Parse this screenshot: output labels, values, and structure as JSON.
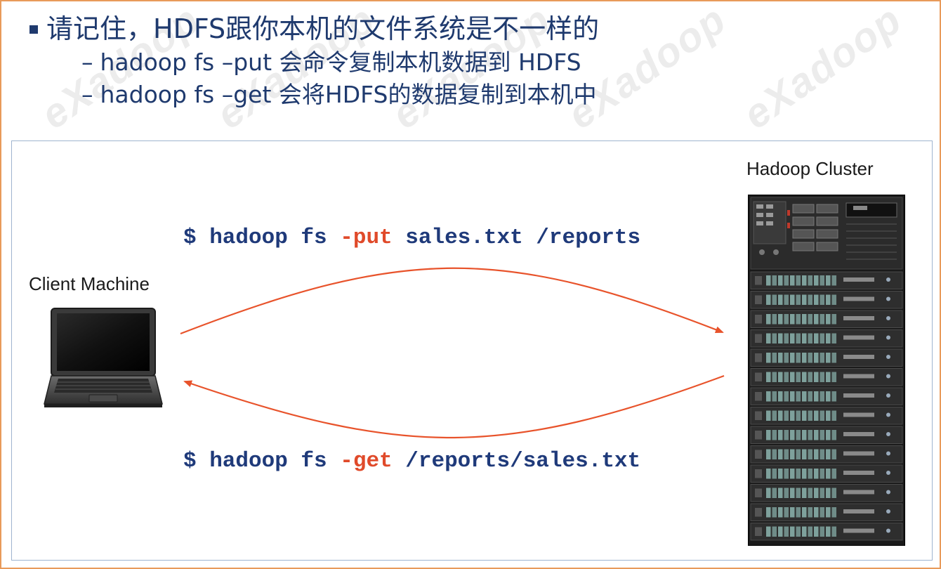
{
  "slide": {
    "watermark_text": "eXadoop",
    "bullet_main": "请记住，HDFS跟你本机的文件系统是不一样的",
    "sub_bullets": [
      "hadoop fs –put 会命令复制本机数据到 HDFS",
      "hadoop fs –get 会将HDFS的数据复制到本机中"
    ],
    "dash": "–"
  },
  "diagram": {
    "client_label": "Client Machine",
    "cluster_label": "Hadoop Cluster",
    "put_command": {
      "prefix": "$ hadoop fs ",
      "flag": "-put",
      "suffix": " sales.txt /reports"
    },
    "get_command": {
      "prefix": "$ hadoop fs ",
      "flag": "-get",
      "suffix": " /reports/sales.txt"
    },
    "colors": {
      "arrow": "#e8532b",
      "command": "#1f3a7a",
      "flag": "#e04a2a",
      "title": "#1f3a6e",
      "frame": "#e89a5a"
    },
    "icons": [
      "laptop-icon",
      "server-rack-icon"
    ]
  }
}
